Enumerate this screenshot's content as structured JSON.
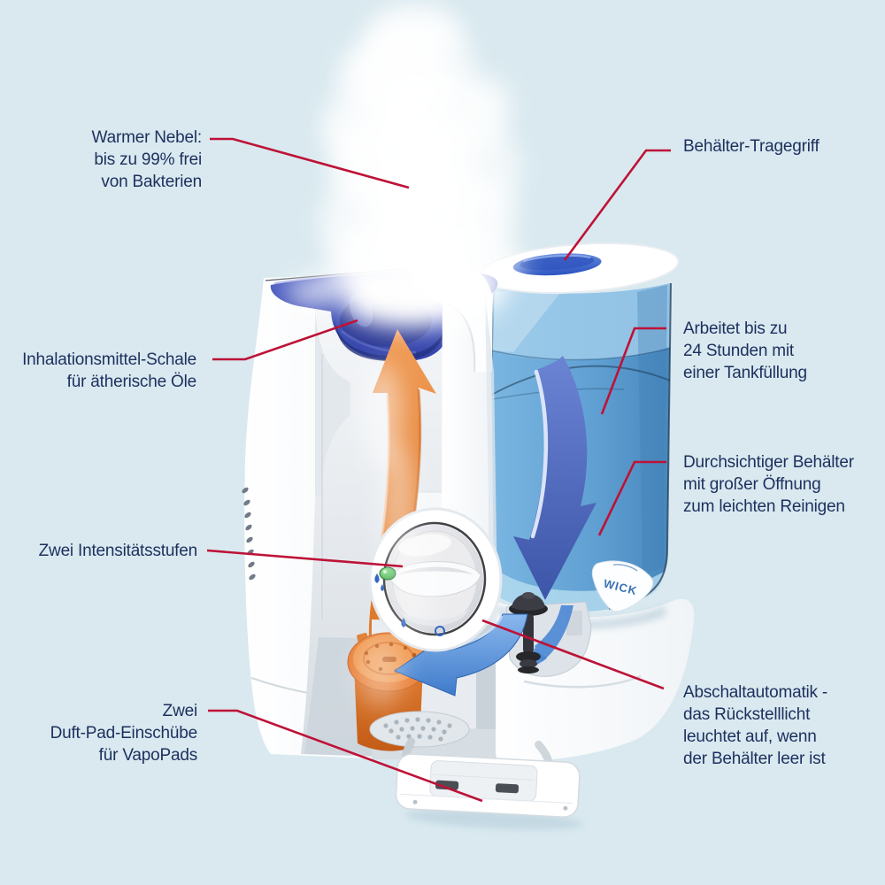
{
  "diagram_subject": "humidifier-cutaway",
  "brand_logo": "WICK",
  "colors": {
    "background": "#d9e9ef",
    "callout_line": "#be1237",
    "label_text": "#1d2f5e",
    "tank_blue": "#5d9fd2",
    "bowl_blue": "#3343a8",
    "arrow_orange": "#e8813a",
    "arrow_down_blue": "#4a64b8",
    "indicator_green": "#2f9e3f"
  },
  "labels": {
    "warm_mist": [
      "Warmer Nebel:",
      "bis zu 99% frei",
      "von Bakterien"
    ],
    "tank_handle": [
      "Behälter-Tragegriff"
    ],
    "inhalant_tray": [
      "Inhalationsmittel-Schale",
      "für ätherische Öle"
    ],
    "runtime": [
      "Arbeitet bis zu",
      "24 Stunden mit",
      "einer Tankfüllung"
    ],
    "transparent_tank": [
      "Durchsichtiger Behälter",
      "mit großer Öffnung",
      "zum leichten Reinigen"
    ],
    "intensity": [
      "Zwei Intensitätsstufen"
    ],
    "auto_shutoff": [
      "Abschaltautomatik -",
      "das Rückstelllicht",
      "leuchtet auf, wenn",
      "der Behälter leer ist"
    ],
    "scent_pads": [
      "Zwei",
      "Duft-Pad-Einschübe",
      "für VapoPads"
    ]
  }
}
